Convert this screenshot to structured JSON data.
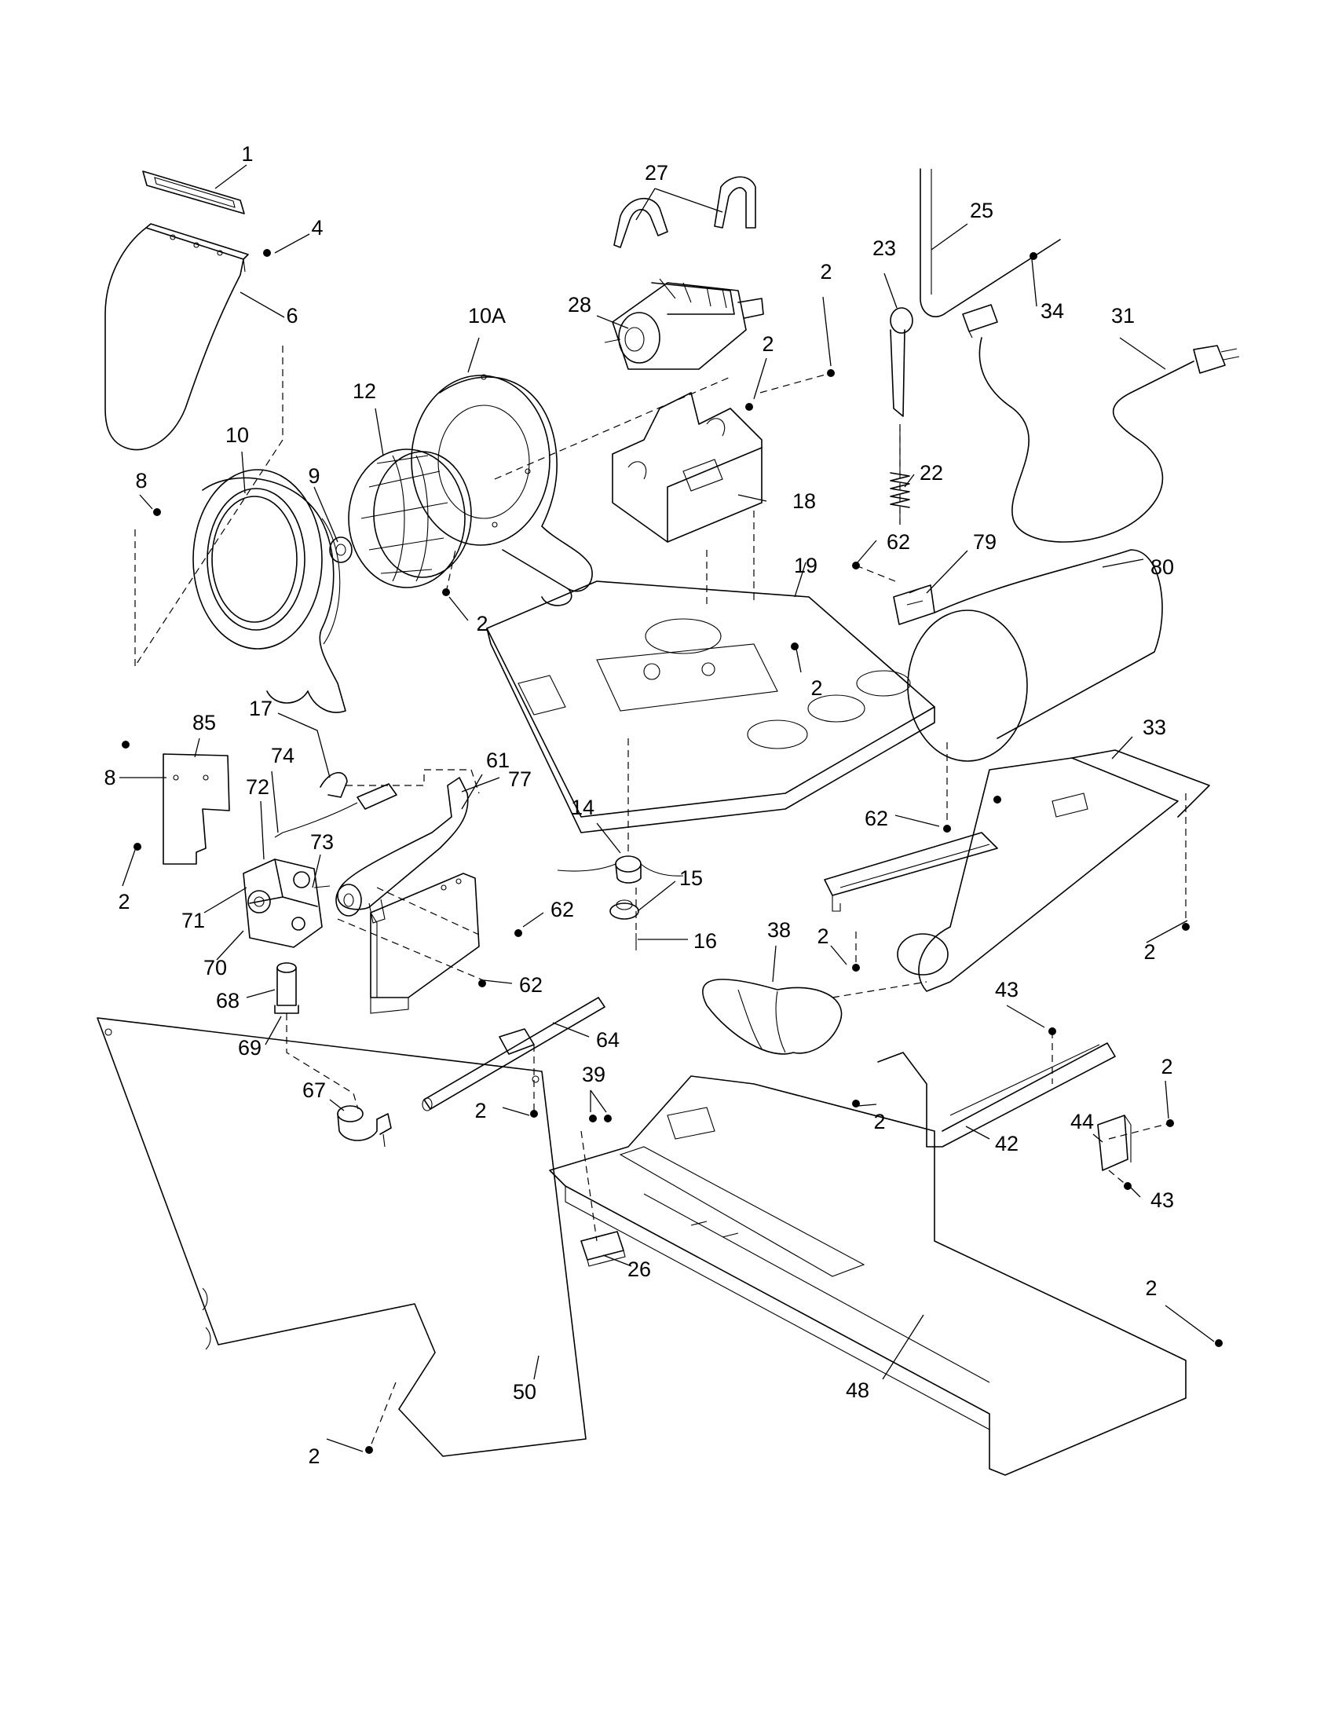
{
  "callouts": [
    {
      "id": "1",
      "label": "1"
    },
    {
      "id": "4",
      "label": "4"
    },
    {
      "id": "6",
      "label": "6"
    },
    {
      "id": "10A",
      "label": "10A"
    },
    {
      "id": "12",
      "label": "12"
    },
    {
      "id": "10",
      "label": "10"
    },
    {
      "id": "8a",
      "label": "8"
    },
    {
      "id": "9",
      "label": "9"
    },
    {
      "id": "2a",
      "label": "2"
    },
    {
      "id": "27",
      "label": "27"
    },
    {
      "id": "28",
      "label": "28"
    },
    {
      "id": "2b",
      "label": "2"
    },
    {
      "id": "2c",
      "label": "2"
    },
    {
      "id": "18",
      "label": "18"
    },
    {
      "id": "23",
      "label": "23"
    },
    {
      "id": "25",
      "label": "25"
    },
    {
      "id": "34",
      "label": "34"
    },
    {
      "id": "31",
      "label": "31"
    },
    {
      "id": "22",
      "label": "22"
    },
    {
      "id": "62a",
      "label": "62"
    },
    {
      "id": "79",
      "label": "79"
    },
    {
      "id": "80",
      "label": "80"
    },
    {
      "id": "19",
      "label": "19"
    },
    {
      "id": "2d",
      "label": "2"
    },
    {
      "id": "62b",
      "label": "62"
    },
    {
      "id": "33",
      "label": "33"
    },
    {
      "id": "85",
      "label": "85"
    },
    {
      "id": "17",
      "label": "17"
    },
    {
      "id": "74",
      "label": "74"
    },
    {
      "id": "77",
      "label": "77"
    },
    {
      "id": "8b",
      "label": "8"
    },
    {
      "id": "72",
      "label": "72"
    },
    {
      "id": "73",
      "label": "73"
    },
    {
      "id": "2e",
      "label": "2"
    },
    {
      "id": "71",
      "label": "71"
    },
    {
      "id": "70",
      "label": "70"
    },
    {
      "id": "14",
      "label": "14"
    },
    {
      "id": "15",
      "label": "15"
    },
    {
      "id": "16",
      "label": "16"
    },
    {
      "id": "61",
      "label": "61"
    },
    {
      "id": "62c",
      "label": "62"
    },
    {
      "id": "62d",
      "label": "62"
    },
    {
      "id": "38",
      "label": "38"
    },
    {
      "id": "2f",
      "label": "2"
    },
    {
      "id": "2g",
      "label": "2"
    },
    {
      "id": "68",
      "label": "68"
    },
    {
      "id": "69",
      "label": "69"
    },
    {
      "id": "64",
      "label": "64"
    },
    {
      "id": "43a",
      "label": "43"
    },
    {
      "id": "67",
      "label": "67"
    },
    {
      "id": "39",
      "label": "39"
    },
    {
      "id": "2h",
      "label": "2"
    },
    {
      "id": "2i",
      "label": "2"
    },
    {
      "id": "42",
      "label": "42"
    },
    {
      "id": "2j",
      "label": "2"
    },
    {
      "id": "44",
      "label": "44"
    },
    {
      "id": "43b",
      "label": "43"
    },
    {
      "id": "26",
      "label": "26"
    },
    {
      "id": "2k",
      "label": "2"
    },
    {
      "id": "48",
      "label": "48"
    },
    {
      "id": "50",
      "label": "50"
    },
    {
      "id": "2l",
      "label": "2"
    }
  ]
}
